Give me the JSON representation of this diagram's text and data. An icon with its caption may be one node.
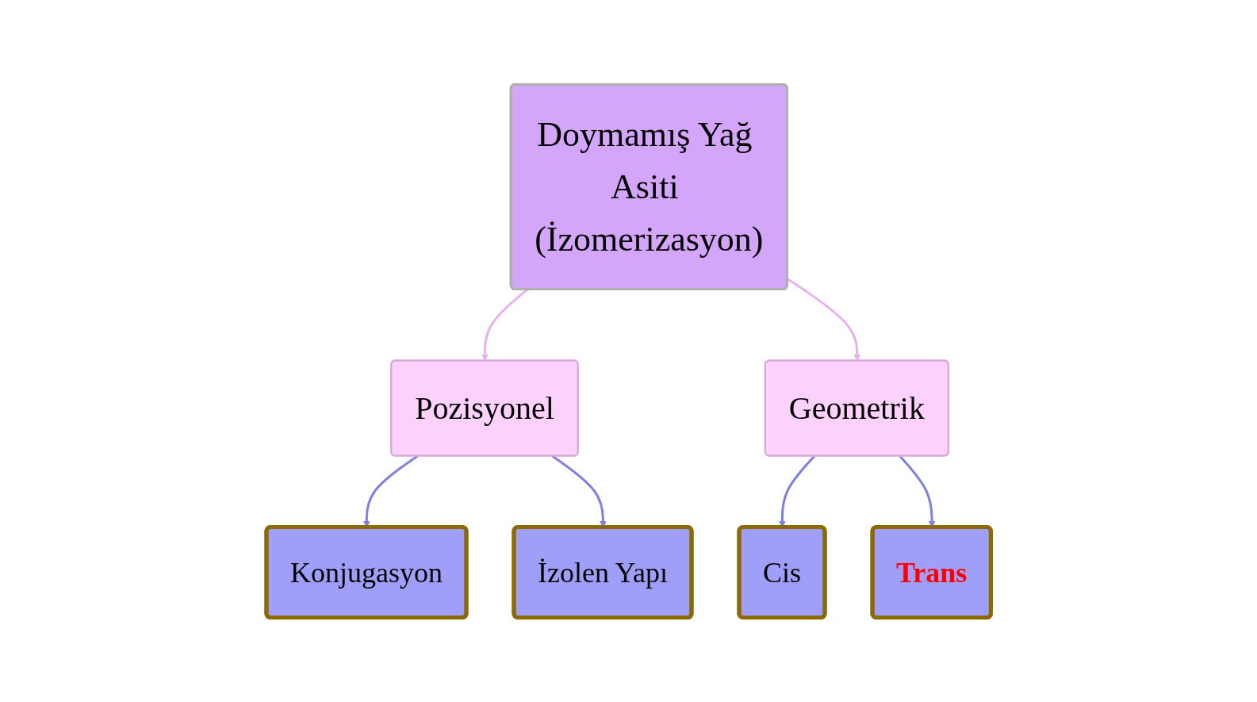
{
  "diagram": {
    "nodes": [
      {
        "text": [
          "Doymamış Yağ Asiti (İzomerizasyon)"
        ]
      },
      {
        "text": [
          "Pozisyonel"
        ]
      },
      {
        "text": [
          "Geometrik"
        ]
      },
      {
        "text": [
          "Konjugasyon"
        ]
      },
      {
        "text": [
          "İzolen Yapı"
        ]
      },
      {
        "text": [
          "Cis"
        ]
      },
      {
        "text": [
          "Trans"
        ]
      }
    ],
    "edges": [
      {
        "from": 0,
        "to": 1,
        "arrow": "to",
        "color": "#e6b3ec"
      },
      {
        "from": 0,
        "to": 2,
        "arrow": "to",
        "color": "#e6b3ec"
      },
      {
        "from": 1,
        "to": 3,
        "arrow": "to"
      },
      {
        "from": 1,
        "to": 4,
        "arrow": "to"
      },
      {
        "from": 2,
        "to": 5,
        "arrow": "to"
      },
      {
        "from": 2,
        "to": 6,
        "arrow": "to"
      }
    ]
  }
}
